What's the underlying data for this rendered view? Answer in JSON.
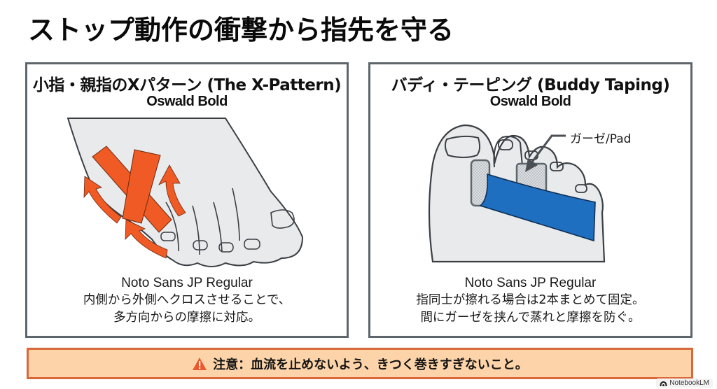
{
  "title": "ストップ動作の衝撃から指先を守る",
  "panels": [
    {
      "heading": "小指・親指のXパターン (The X-Pattern)",
      "subheading": "Oswald Bold",
      "font_note": "Noto Sans JP Regular",
      "caption_lines": [
        "内側から外側へクロスさせることで、",
        "多方向からの摩擦に対応。"
      ],
      "illustration": "foot-x-pattern-taping",
      "tape_color": "#f05a24"
    },
    {
      "heading": "バディ・テーピング (Buddy Taping)",
      "subheading": "Oswald Bold",
      "font_note": "Noto Sans JP Regular",
      "caption_lines": [
        "指同士が擦れる場合は2本まとめて固定。",
        "間にガーゼを挟んで蒸れと摩擦を防ぐ。"
      ],
      "illustration": "foot-buddy-taping",
      "callout_label": "ガーゼ/Pad",
      "tape_color": "#1f6fc0"
    }
  ],
  "warning": {
    "icon": "warning-triangle-icon",
    "text": "注意：血流を止めないよう、きつく巻きすぎないこと。",
    "background": "#fdd4a9",
    "border": "#d9683a"
  },
  "watermark": {
    "icon": "notebooklm-logo-icon",
    "label": "NotebookLM"
  },
  "colors": {
    "panel_border": "#5e666d",
    "skin": "#e8eaec",
    "outline": "#3a3f44"
  }
}
